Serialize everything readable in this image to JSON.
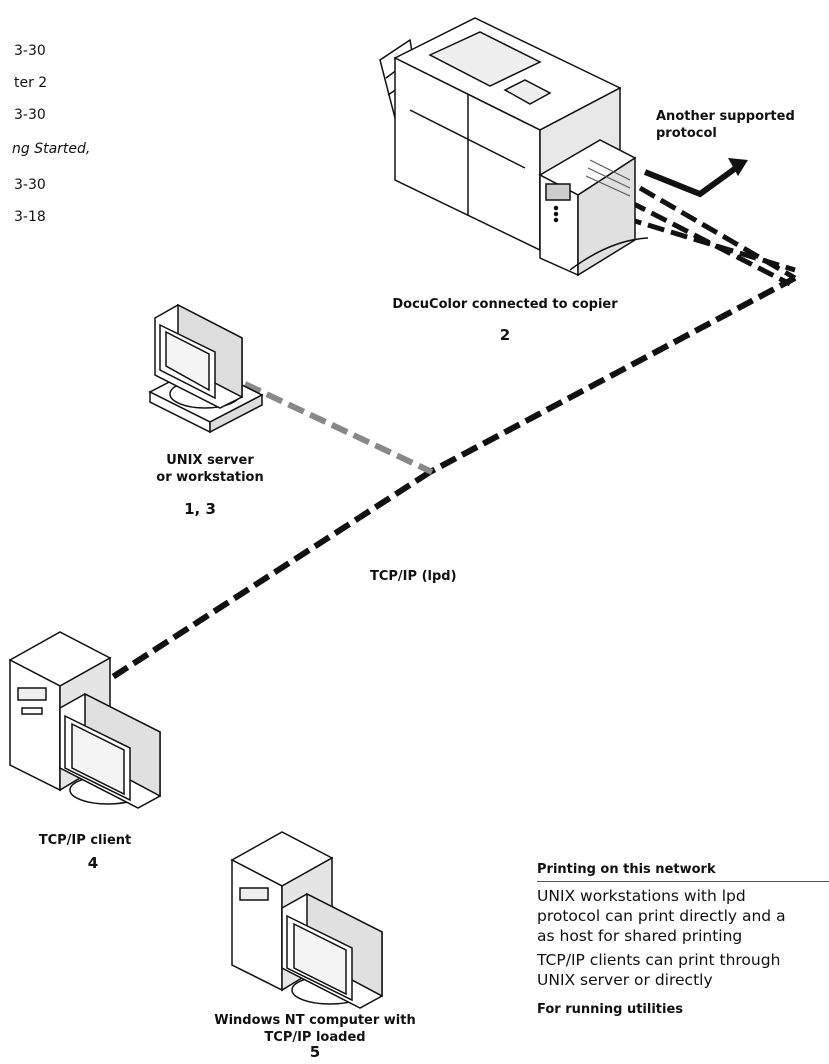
{
  "index_fragments": [
    "3-30",
    "ter 2",
    "3-30",
    "ng Started,",
    "3-30",
    "3-18"
  ],
  "copier": {
    "label": "DocuColor connected to copier",
    "number": "2"
  },
  "other_protocol": {
    "line1": "Another supported",
    "line2": "protocol"
  },
  "unix": {
    "line1": "UNIX server",
    "line2": "or workstation",
    "number": "1, 3"
  },
  "network_label": "TCP/IP (lpd)",
  "tcp_client": {
    "label": "TCP/IP client",
    "number": "4"
  },
  "windows_nt": {
    "line1": "Windows NT computer with",
    "line2": "TCP/IP loaded",
    "number": "5"
  },
  "sidebar": {
    "title": "Printing on this network",
    "lines": [
      "UNIX workstations with lpd",
      "protocol can print directly and a",
      "as host for shared printing",
      "TCP/IP clients can print through",
      "UNIX server or directly"
    ],
    "next_title": "For running utilities"
  }
}
